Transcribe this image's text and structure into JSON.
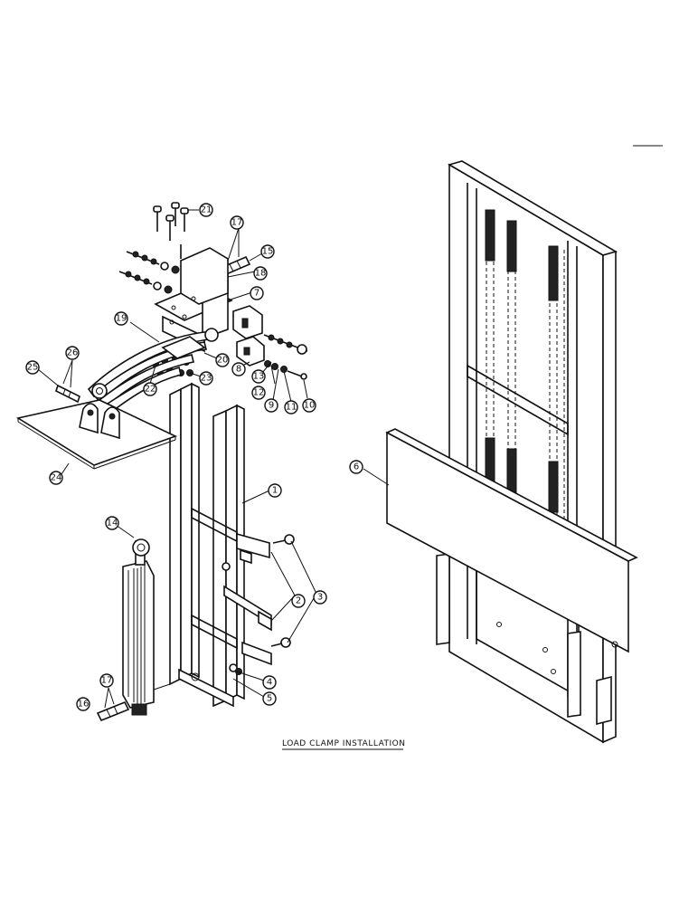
{
  "caption": "LOAD CLAMP INSTALLATION",
  "callouts": [
    {
      "label": "1"
    },
    {
      "label": "2"
    },
    {
      "label": "3"
    },
    {
      "label": "4"
    },
    {
      "label": "5"
    },
    {
      "label": "6"
    },
    {
      "label": "7"
    },
    {
      "label": "8"
    },
    {
      "label": "9"
    },
    {
      "label": "10"
    },
    {
      "label": "11"
    },
    {
      "label": "12"
    },
    {
      "label": "13"
    },
    {
      "label": "14"
    },
    {
      "label": "15"
    },
    {
      "label": "16"
    },
    {
      "label": "17"
    },
    {
      "label": "17"
    },
    {
      "label": "18"
    },
    {
      "label": "19"
    },
    {
      "label": "20"
    },
    {
      "label": "21"
    },
    {
      "label": "22"
    },
    {
      "label": "23"
    },
    {
      "label": "24"
    },
    {
      "label": "25"
    },
    {
      "label": "26"
    }
  ]
}
